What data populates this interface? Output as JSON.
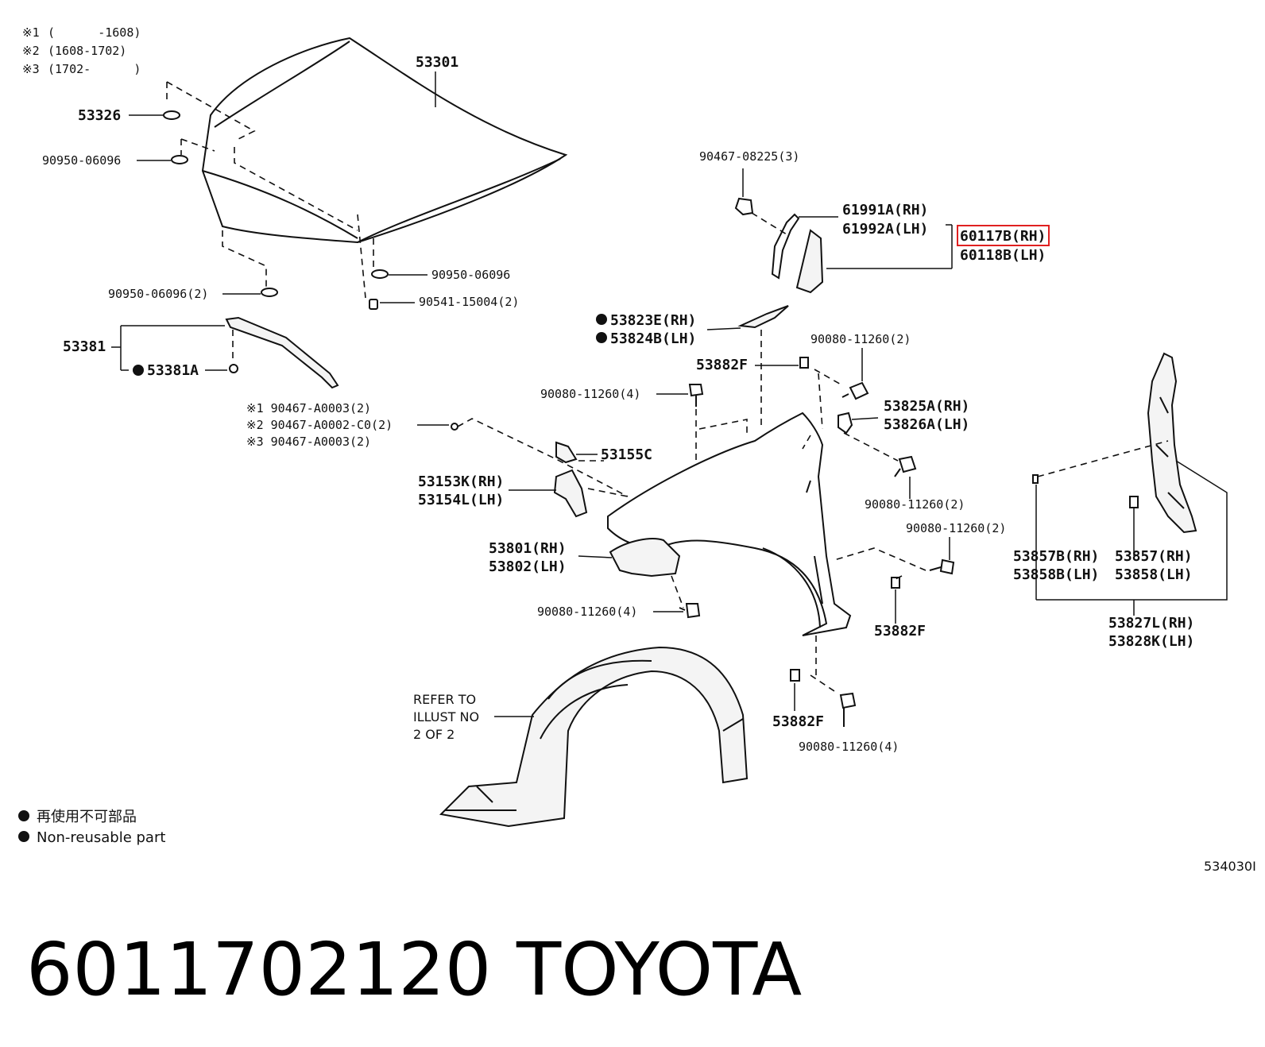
{
  "legend_notes": [
    {
      "mark": "※1",
      "range": "(      -1608)"
    },
    {
      "mark": "※2",
      "range": "(1608-1702)"
    },
    {
      "mark": "※3",
      "range": "(1702-      )"
    }
  ],
  "labels": {
    "hood": "53301",
    "hood_cushion": "53326",
    "hood_cushion_a": "90950-06096",
    "hood_cushion_b": "90950-06096(2)",
    "hood_cushion_c": "90950-06096",
    "hood_clip": "90541-15004(2)",
    "seal": "53381",
    "seal_clip": "53381A",
    "seal_clip_a": "※1 90467-A0003(2)",
    "seal_clip_b": "※2 90467-A0002-C0(2)",
    "seal_clip_c": "※3 90467-A0003(2)",
    "clip_top": "90467-08225(3)",
    "pillar_rh": "61991A(RH)",
    "pillar_lh": "61992A(LH)",
    "garnish_rh": "60117B(RH)",
    "garnish_lh": "60118B(LH)",
    "seal_e_rh": "53823E(RH)",
    "seal_b_lh": "53824B(LH)",
    "nut_f_top": "53882F",
    "bolt_a": "90080-11260(2)",
    "bolt_b": "90080-11260(4)",
    "bracket_rh": "53825A(RH)",
    "bracket_lh": "53826A(LH)",
    "bolt_c": "90080-11260(2)",
    "bolt_d": "90080-11260(2)",
    "bracket_c": "53155C",
    "bracket_k_rh": "53153K(RH)",
    "bracket_l_lh": "53154L(LH)",
    "fender_rh": "53801(RH)",
    "fender_lh": "53802(LH)",
    "bolt_e": "90080-11260(4)",
    "nut_f_mid": "53882F",
    "nut_f_bottom": "53882F",
    "bolt_f": "90080-11260(4)",
    "stay_b_rh": "53857B(RH)",
    "stay_b_lh": "53858B(LH)",
    "stay_rh": "53857(RH)",
    "stay_lh": "53858(LH)",
    "panel_rh": "53827L(RH)",
    "panel_lh": "53828K(LH)"
  },
  "refer_note": [
    "REFER TO",
    "ILLUST NO",
    "2 OF 2"
  ],
  "legend": {
    "jp": "再使用不可部品",
    "en": "Non-reusable part"
  },
  "figure_code": "534030I",
  "part_number": "6011702120",
  "brand": "TOYOTA",
  "colors": {
    "highlight": "#e02020",
    "ink": "#111111"
  }
}
